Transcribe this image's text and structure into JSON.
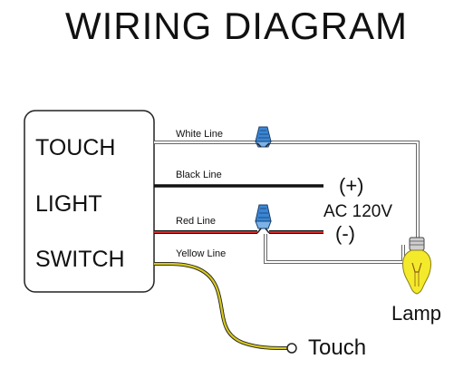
{
  "title": "WIRING DIAGRAM",
  "device": {
    "lines": [
      "TOUCH",
      "LIGHT",
      "SWITCH"
    ]
  },
  "wires": {
    "white": "White Line",
    "black": "Black Line",
    "red": "Red Line",
    "yellow": "Yellow Line"
  },
  "power": {
    "plus": "(+)",
    "voltage": "AC 120V",
    "minus": "(-)"
  },
  "lamp_label": "Lamp",
  "touch_label": "Touch",
  "colors": {
    "connector": "#3a86d4",
    "red_wire": "#d62a2a",
    "yellow_wire": "#d6c81e",
    "bulb": "#f4ea2c"
  }
}
